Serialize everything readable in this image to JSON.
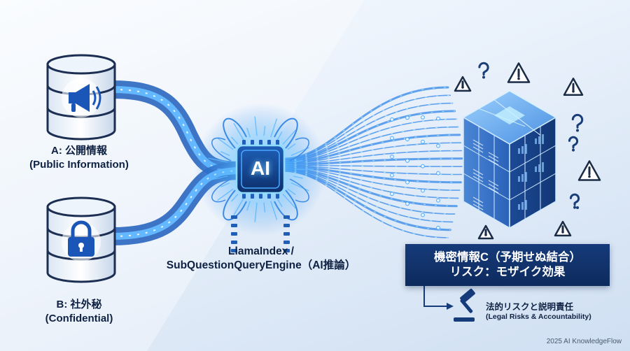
{
  "source_a": {
    "title": "A: 公開情報",
    "subtitle": "(Public Information)",
    "icon": "megaphone-icon"
  },
  "source_b": {
    "title": "B: 社外秘",
    "subtitle": "(Confidential)",
    "icon": "padlock-icon"
  },
  "engine": {
    "chip_label": "AI",
    "name_line1": "LlamaIndex /",
    "name_line2": "SubQuestionQueryEngine（AI推論）"
  },
  "result": {
    "line1": "機密情報C（予期せぬ結合）",
    "line2": "リスク：モザイク効果"
  },
  "legal": {
    "title": "法的リスクと説明責任",
    "subtitle": "(Legal Risks & Accountability)",
    "icon": "gavel-icon"
  },
  "footer": "2025 AI KnowledgeFlow",
  "colors": {
    "navy": "#0d2a5d",
    "flow_blue": "#2f86ea",
    "glow": "#7fd3ff",
    "warning": "#1a2b45"
  }
}
